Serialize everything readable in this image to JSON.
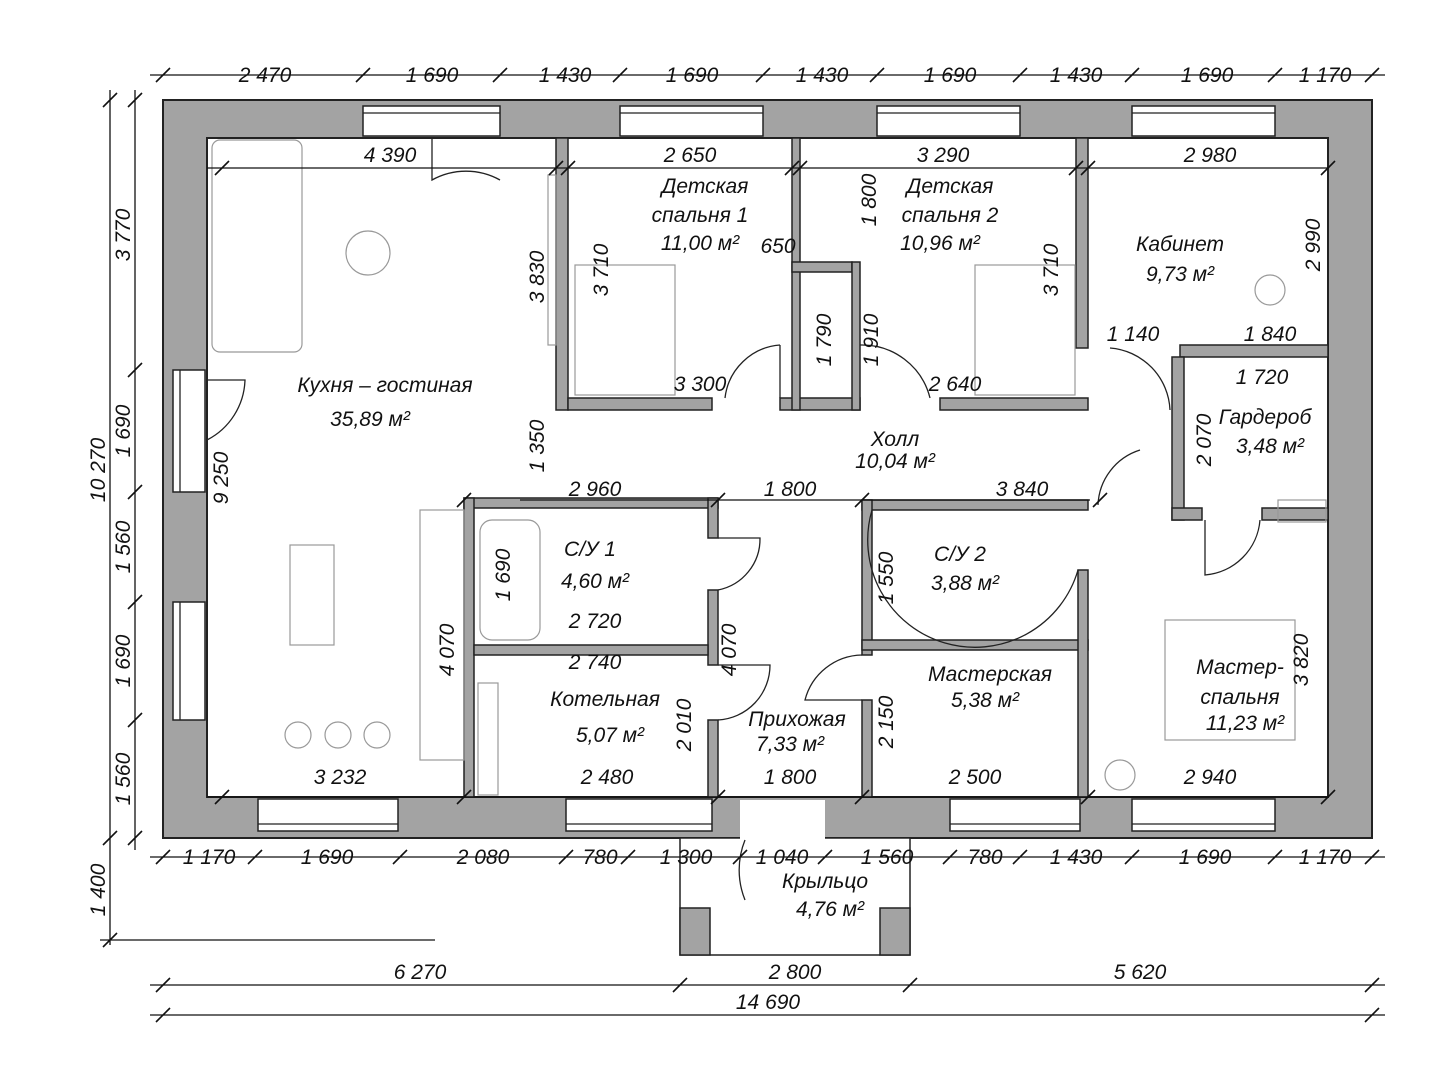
{
  "title": "Floor plan",
  "rooms": {
    "kitchen": {
      "name": "Кухня – гостиная",
      "area": "35,89 м²"
    },
    "bed1": {
      "name1": "Детская",
      "name2": "спальня 1",
      "area": "11,00 м²"
    },
    "bed2": {
      "name1": "Детская",
      "name2": "спальня 2",
      "area": "10,96 м²"
    },
    "office": {
      "name": "Кабинет",
      "area": "9,73 м²"
    },
    "wardrobe": {
      "name": "Гардероб",
      "area": "3,48 м²"
    },
    "hall": {
      "name": "Холл",
      "area": "10,04 м²"
    },
    "bath1": {
      "name": "С/У 1",
      "area": "4,60 м²"
    },
    "bath2": {
      "name": "С/У 2",
      "area": "3,88 м²"
    },
    "boiler": {
      "name": "Котельная",
      "area": "5,07 м²"
    },
    "entry": {
      "name": "Прихожая",
      "area": "7,33 м²"
    },
    "workshop": {
      "name": "Мастерская",
      "area": "5,38 м²"
    },
    "master": {
      "name1": "Мастер-",
      "name2": "спальня",
      "area": "11,23 м²"
    },
    "porch": {
      "name": "Крыльцо",
      "area": "4,76 м²"
    }
  },
  "dims": {
    "top": [
      "2 470",
      "1 690",
      "1 430",
      "1 690",
      "1 430",
      "1 690",
      "1 430",
      "1 690",
      "1 170"
    ],
    "bottom": [
      "1 170",
      "1 690",
      "2 080",
      "780",
      "1 300",
      "1 040",
      "1 560",
      "780",
      "1 430",
      "1 690",
      "1 170"
    ],
    "overall_parts": [
      "6 270",
      "2 800",
      "5 620"
    ],
    "overall_total": "14 690",
    "left": [
      "3 770",
      "1 690",
      "1 560",
      "1 690",
      "1 560"
    ],
    "left_total": "10 270",
    "left_porch": "1 400",
    "interior_h": [
      "4 390",
      "2 650",
      "3 290",
      "2 980",
      "3 300",
      "2 640",
      "1 140",
      "1 840",
      "1 720",
      "2 960",
      "1 800",
      "3 840",
      "2 720",
      "2 740",
      "3 232",
      "2 480",
      "1 800",
      "2 500",
      "2 940",
      "650"
    ],
    "interior_v": [
      "3 830",
      "3 710",
      "1 800",
      "1 790",
      "1 910",
      "3 710",
      "2 990",
      "1 350",
      "9 250",
      "2 070",
      "1 690",
      "4 070",
      "4 070",
      "2 010",
      "1 550",
      "2 150",
      "3 820"
    ]
  }
}
